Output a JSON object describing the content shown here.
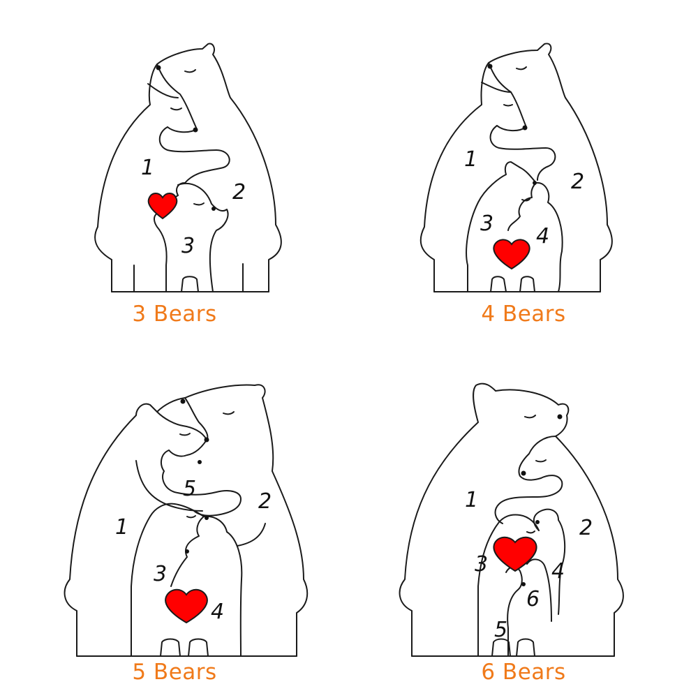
{
  "colors": {
    "caption": "#F07A1A",
    "heart": "#FF0000",
    "outline": "#1A1A1A"
  },
  "panels": [
    {
      "caption": "3 Bears",
      "numbers": [
        "1",
        "2",
        "3"
      ]
    },
    {
      "caption": "4 Bears",
      "numbers": [
        "1",
        "2",
        "3",
        "4"
      ]
    },
    {
      "caption": "5 Bears",
      "numbers": [
        "1",
        "2",
        "3",
        "4",
        "5"
      ]
    },
    {
      "caption": "6 Bears",
      "numbers": [
        "1",
        "2",
        "3",
        "4",
        "5",
        "6"
      ]
    }
  ]
}
